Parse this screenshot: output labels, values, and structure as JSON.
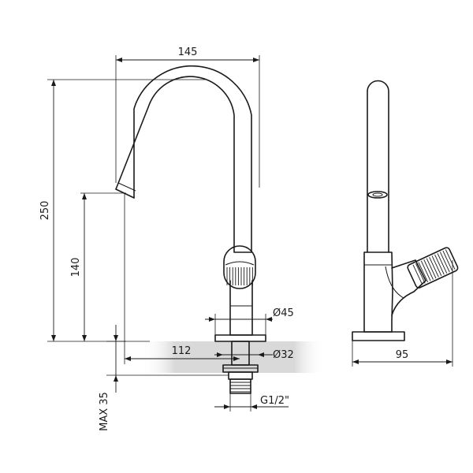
{
  "dimensions": {
    "overall_width": "145",
    "overall_height": "250",
    "spout_height": "140",
    "spout_reach": "112",
    "base_diameter": "Ø45",
    "shank_diameter": "Ø32",
    "thread": "G1/2\"",
    "max_mount_thickness": "MAX 35",
    "side_depth": "95"
  },
  "colors": {
    "line": "#1a1a1a",
    "counter_shade": "#d9d9d9"
  }
}
